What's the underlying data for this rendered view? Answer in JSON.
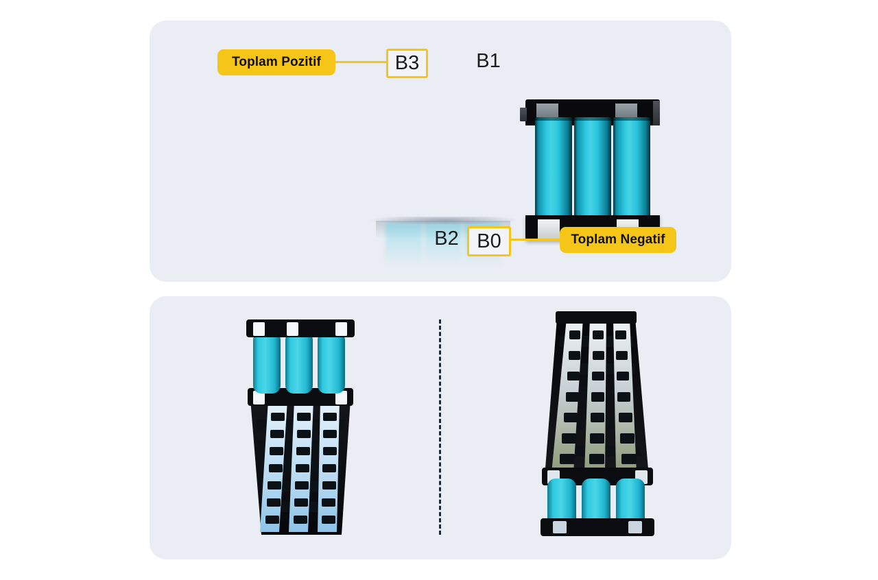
{
  "page": {
    "background_color": "#ffffff",
    "panel_color": "#eaedf3",
    "accent_yellow": "#f5c518",
    "cell_color": "#2ec7de",
    "frame_color": "#0a0a0c"
  },
  "top_panel": {
    "name": "battery-pack-front-view",
    "callouts": [
      {
        "id": "positive",
        "badge_label": "Toplam Pozitif",
        "terminal": "B3",
        "highlighted": true
      },
      {
        "id": "negative",
        "badge_label": "Toplam Negatif",
        "terminal": "B0",
        "highlighted": true
      }
    ],
    "terminal_labels": [
      {
        "id": "b3",
        "text": "B3",
        "boxed": true
      },
      {
        "id": "b1",
        "text": "B1",
        "boxed": false
      },
      {
        "id": "b2",
        "text": "B2",
        "boxed": false
      },
      {
        "id": "b0",
        "text": "B0",
        "boxed": true
      }
    ],
    "cell_count": 3
  },
  "bottom_panel": {
    "name": "battery-pack-perspective-views",
    "views": [
      {
        "id": "left",
        "label": "angled-view-cells-front"
      },
      {
        "id": "right",
        "label": "angled-view-nickel-strips-front"
      }
    ],
    "divider": "dashed-vertical"
  }
}
